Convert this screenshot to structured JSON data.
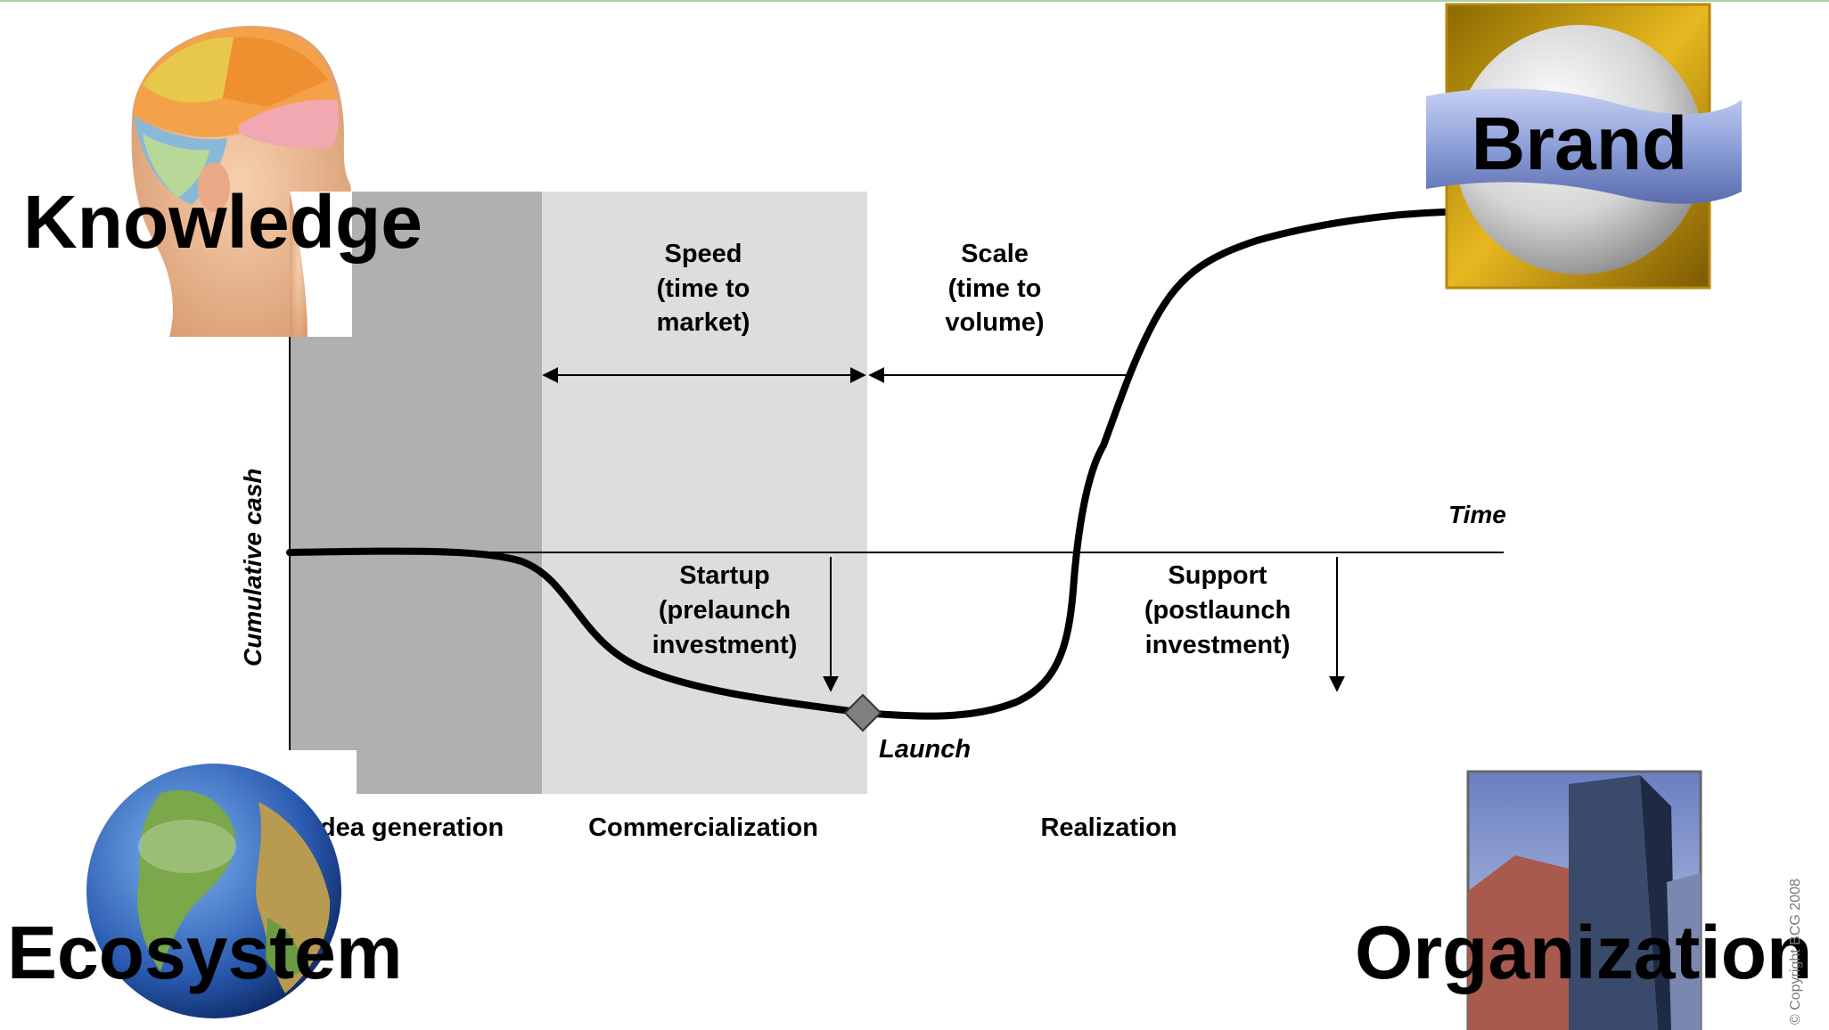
{
  "corner_labels": {
    "knowledge": "Knowledge",
    "brand": "Brand",
    "ecosystem": "Ecosystem",
    "organization": "Organization"
  },
  "axes": {
    "y_label": "Cumulative cash",
    "x_label": "Time"
  },
  "phases": {
    "idea": "Idea generation",
    "commercialization": "Commercialization",
    "realization": "Realization"
  },
  "speed": {
    "line1": "Speed",
    "line2": "(time to",
    "line3": "market)"
  },
  "scale": {
    "line1": "Scale",
    "line2": "(time to",
    "line3": "volume)"
  },
  "startup": {
    "line1": "Startup",
    "line2": "(prelaunch",
    "line3": "investment)"
  },
  "support": {
    "line1": "Support",
    "line2": "(postlaunch",
    "line3": "investment)"
  },
  "launch": "Launch",
  "copyright": "© Copyright BCG 2008",
  "colors": {
    "idea_zone": "#b0b0b0",
    "commercialization_zone": "#dddddd",
    "curve": "#000000",
    "launch_marker": "#808080",
    "brand_frame": "#c89a10",
    "brand_ribbon": "#8fa2dc"
  },
  "icons": [
    "head-phrenology-icon",
    "brand-globe-ribbon-icon",
    "earth-globe-icon",
    "skyscraper-photo-icon"
  ]
}
